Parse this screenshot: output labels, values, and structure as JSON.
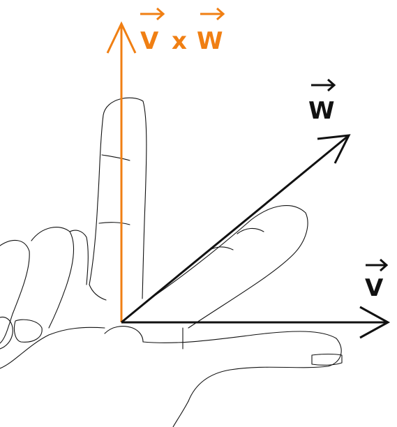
{
  "labels": {
    "v": "V",
    "w": "W",
    "cross_v": "V",
    "cross_x": "x",
    "cross_w": "W"
  },
  "colors": {
    "cross_product": "#f07f13",
    "vectors": "#111111",
    "hand_outline": "#111111",
    "background": "#ffffff"
  },
  "icons": {
    "vector_accent": "arrow-over-letter"
  }
}
